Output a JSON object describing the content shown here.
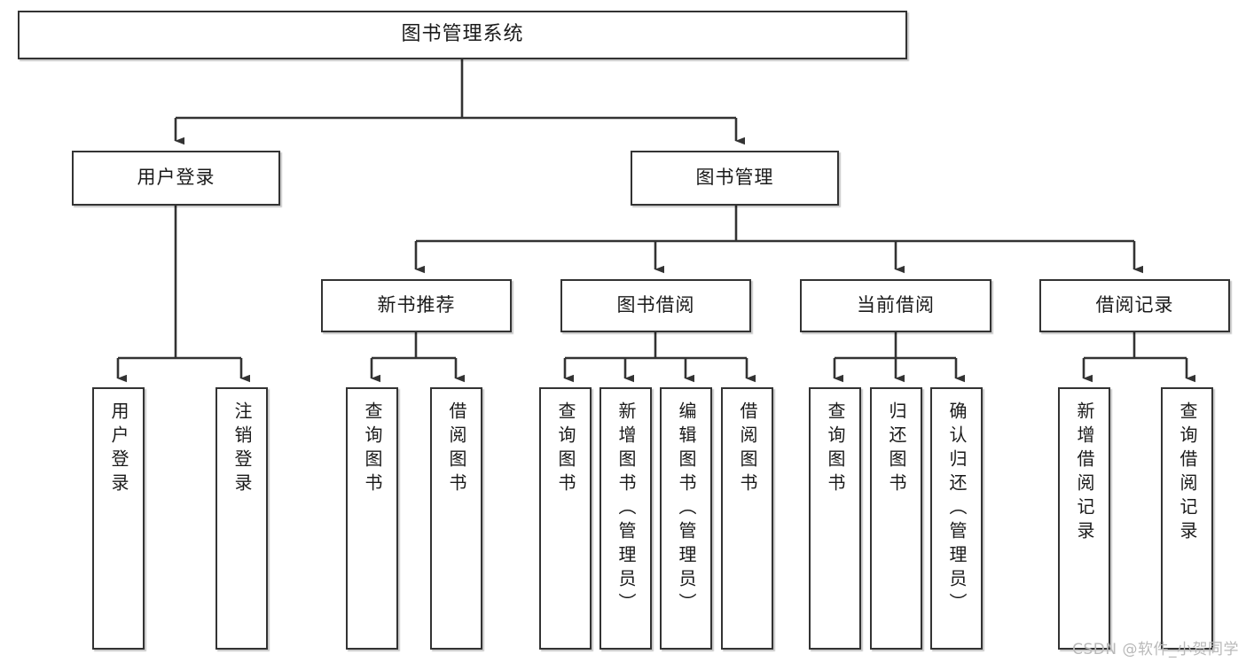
{
  "diagram": {
    "title": "图书管理系统",
    "type": "hierarchy-tree",
    "watermark": "CSDN @软件_小贺同学",
    "colors": {
      "box_border": "#333333",
      "box_fill": "#ffffff",
      "connector": "#333333",
      "text": "#1a1a1a",
      "watermark": "#b9b9b9",
      "background": "#ffffff"
    }
  },
  "nodes": {
    "root": {
      "label": "图书管理系统"
    },
    "level2": [
      {
        "id": "user-login",
        "label": "用户登录"
      },
      {
        "id": "book-management",
        "label": "图书管理"
      }
    ],
    "level3": [
      {
        "id": "new-book-recommend",
        "label": "新书推荐"
      },
      {
        "id": "book-borrow",
        "label": "图书借阅"
      },
      {
        "id": "current-borrow",
        "label": "当前借阅"
      },
      {
        "id": "borrow-record",
        "label": "借阅记录"
      }
    ],
    "leaves": {
      "user_login": [
        {
          "id": "leaf-user-login",
          "label": "用户登录"
        },
        {
          "id": "leaf-user-logout",
          "label": "注销登录"
        }
      ],
      "new_book_recommend": [
        {
          "id": "leaf-query-book-1",
          "label": "查询图书"
        },
        {
          "id": "leaf-borrow-book-1",
          "label": "借阅图书"
        }
      ],
      "book_borrow": [
        {
          "id": "leaf-query-book-2",
          "label": "查询图书"
        },
        {
          "id": "leaf-add-book",
          "label": "新增图书（管理员）"
        },
        {
          "id": "leaf-edit-book",
          "label": "编辑图书（管理员）"
        },
        {
          "id": "leaf-borrow-book-2",
          "label": "借阅图书"
        }
      ],
      "current_borrow": [
        {
          "id": "leaf-query-book-3",
          "label": "查询图书"
        },
        {
          "id": "leaf-return-book",
          "label": "归还图书"
        },
        {
          "id": "leaf-confirm-return",
          "label": "确认归还（管理员）"
        }
      ],
      "borrow_record": [
        {
          "id": "leaf-add-record",
          "label": "新增借阅记录"
        },
        {
          "id": "leaf-query-record",
          "label": "查询借阅记录"
        }
      ]
    }
  },
  "chart_data": {
    "type": "table",
    "title": "图书管理系统",
    "tree": [
      {
        "name": "图书管理系统",
        "children": [
          {
            "name": "用户登录",
            "children": [
              {
                "name": "用户登录"
              },
              {
                "name": "注销登录"
              }
            ]
          },
          {
            "name": "图书管理",
            "children": [
              {
                "name": "新书推荐",
                "children": [
                  {
                    "name": "查询图书"
                  },
                  {
                    "name": "借阅图书"
                  }
                ]
              },
              {
                "name": "图书借阅",
                "children": [
                  {
                    "name": "查询图书"
                  },
                  {
                    "name": "新增图书（管理员）"
                  },
                  {
                    "name": "编辑图书（管理员）"
                  },
                  {
                    "name": "借阅图书"
                  }
                ]
              },
              {
                "name": "当前借阅",
                "children": [
                  {
                    "name": "查询图书"
                  },
                  {
                    "name": "归还图书"
                  },
                  {
                    "name": "确认归还（管理员）"
                  }
                ]
              },
              {
                "name": "借阅记录",
                "children": [
                  {
                    "name": "新增借阅记录"
                  },
                  {
                    "name": "查询借阅记录"
                  }
                ]
              }
            ]
          }
        ]
      }
    ]
  }
}
